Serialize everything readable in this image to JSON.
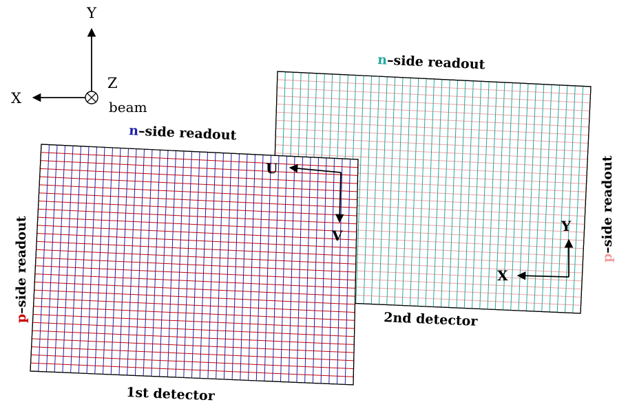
{
  "colors": {
    "n_side_first": "#1f1fa8",
    "p_side_first": "#cc0000",
    "n_side_second": "#22aaa0",
    "p_side_second": "#f0a0a0",
    "outline": "#000000"
  },
  "axes": {
    "y": "Y",
    "x": "X",
    "z": "Z",
    "beam": "beam"
  },
  "detector1": {
    "name": "1st detector",
    "n_readout": {
      "prefix": "n",
      "rest": "–side readout"
    },
    "p_readout": {
      "prefix": "p",
      "rest": "–side readout"
    },
    "u": "U",
    "v": "V"
  },
  "detector2": {
    "name": "2nd detector",
    "n_readout": {
      "prefix": "n",
      "rest": "–side readout"
    },
    "p_readout": {
      "prefix": "p",
      "rest": "–side readout"
    },
    "x": "X",
    "y": "Y"
  }
}
